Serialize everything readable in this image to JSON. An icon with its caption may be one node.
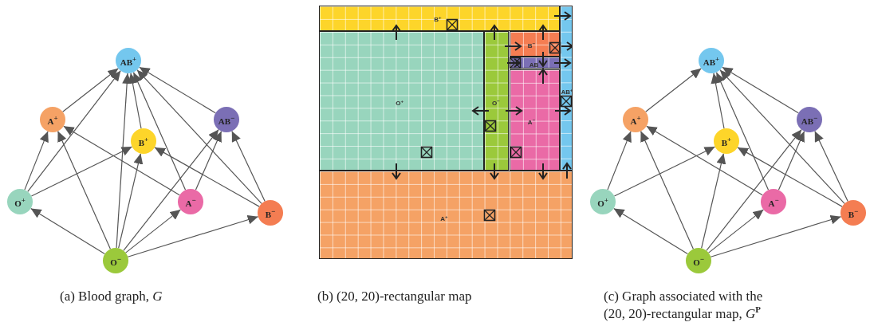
{
  "diagram": {
    "nodes": [
      {
        "text": [
          "AB$^{+}$"
        ]
      },
      {
        "text": [
          "A$^{+}$"
        ]
      },
      {
        "text": [
          "AB$^{−}$"
        ]
      },
      {
        "text": [
          "B$^{+}$"
        ]
      },
      {
        "text": [
          "O$^{+}$"
        ]
      },
      {
        "text": [
          "A$^{−}$"
        ]
      },
      {
        "text": [
          "B$^{−}$"
        ]
      },
      {
        "text": [
          "O$^{−}$"
        ]
      },
      {
        "text": [
          "B$^{+}$"
        ]
      },
      {
        "text": [
          "O$^{+}$"
        ]
      },
      {
        "text": [
          "O$^{−}$"
        ]
      },
      {
        "text": [
          "B$^{−}$"
        ]
      },
      {
        "text": [
          "AB$^{−}$"
        ]
      },
      {
        "text": [
          "AB$^{+}$"
        ]
      },
      {
        "text": [
          "A$^{−}$"
        ]
      },
      {
        "text": [
          "A$^{+}$"
        ]
      },
      {
        "text": [
          "AB$^{+}$"
        ]
      },
      {
        "text": [
          "A$^{+}$"
        ]
      },
      {
        "text": [
          "AB$^{−}$"
        ]
      },
      {
        "text": [
          "B$^{+}$"
        ]
      },
      {
        "text": [
          "O$^{+}$"
        ]
      },
      {
        "text": [
          "A$^{−}$"
        ]
      },
      {
        "text": [
          "B$^{−}$"
        ]
      },
      {
        "text": [
          "O$^{−}$"
        ]
      }
    ],
    "edges": [
      {
        "from": 7,
        "to": 4,
        "arrow": "to"
      },
      {
        "from": 7,
        "to": 1,
        "arrow": "to"
      },
      {
        "from": 7,
        "to": 3,
        "arrow": "to"
      },
      {
        "from": 7,
        "to": 0,
        "arrow": "to"
      },
      {
        "from": 7,
        "to": 2,
        "arrow": "to"
      },
      {
        "from": 7,
        "to": 5,
        "arrow": "to"
      },
      {
        "from": 7,
        "to": 6,
        "arrow": "to"
      },
      {
        "from": 4,
        "to": 1,
        "arrow": "to"
      },
      {
        "from": 4,
        "to": 3,
        "arrow": "to"
      },
      {
        "from": 4,
        "to": 0,
        "arrow": "to"
      },
      {
        "from": 5,
        "to": 1,
        "arrow": "to"
      },
      {
        "from": 5,
        "to": 2,
        "arrow": "to"
      },
      {
        "from": 5,
        "to": 0,
        "arrow": "to"
      },
      {
        "from": 6,
        "to": 3,
        "arrow": "to"
      },
      {
        "from": 6,
        "to": 2,
        "arrow": "to"
      },
      {
        "from": 6,
        "to": 0,
        "arrow": "to"
      },
      {
        "from": 1,
        "to": 0,
        "arrow": "to"
      },
      {
        "from": 3,
        "to": 0,
        "arrow": "to"
      },
      {
        "from": 2,
        "to": 0,
        "arrow": "to"
      },
      {
        "from": 9,
        "to": 8,
        "arrow": "to"
      },
      {
        "from": 10,
        "to": 8,
        "arrow": "to"
      },
      {
        "from": 11,
        "to": 8,
        "arrow": "to"
      },
      {
        "from": 8,
        "to": 13,
        "arrow": "to"
      },
      {
        "from": 10,
        "to": 11,
        "arrow": "to"
      },
      {
        "from": 11,
        "to": 13,
        "arrow": "to"
      },
      {
        "from": 10,
        "to": 12,
        "arrow": "to"
      },
      {
        "from": 12,
        "to": 13,
        "arrow": "to"
      },
      {
        "from": 11,
        "to": 12,
        "arrow": "to"
      },
      {
        "from": 14,
        "to": 12,
        "arrow": "to"
      },
      {
        "from": 10,
        "to": 9,
        "arrow": "to"
      },
      {
        "from": 10,
        "to": 14,
        "arrow": "to"
      },
      {
        "from": 14,
        "to": 13,
        "arrow": "to"
      },
      {
        "from": 9,
        "to": 15,
        "arrow": "to"
      },
      {
        "from": 10,
        "to": 15,
        "arrow": "to"
      },
      {
        "from": 14,
        "to": 15,
        "arrow": "to"
      },
      {
        "from": 15,
        "to": 13,
        "arrow": "to"
      },
      {
        "from": 23,
        "to": 20,
        "arrow": "to"
      },
      {
        "from": 23,
        "to": 17,
        "arrow": "to"
      },
      {
        "from": 23,
        "to": 19,
        "arrow": "to"
      },
      {
        "from": 23,
        "to": 18,
        "arrow": "to"
      },
      {
        "from": 23,
        "to": 21,
        "arrow": "to"
      },
      {
        "from": 23,
        "to": 22,
        "arrow": "to"
      },
      {
        "from": 20,
        "to": 17,
        "arrow": "to"
      },
      {
        "from": 20,
        "to": 19,
        "arrow": "to"
      },
      {
        "from": 21,
        "to": 17,
        "arrow": "to"
      },
      {
        "from": 21,
        "to": 18,
        "arrow": "to"
      },
      {
        "from": 21,
        "to": 16,
        "arrow": "to"
      },
      {
        "from": 22,
        "to": 19,
        "arrow": "to"
      },
      {
        "from": 22,
        "to": 18,
        "arrow": "to"
      },
      {
        "from": 22,
        "to": 16,
        "arrow": "to"
      },
      {
        "from": 17,
        "to": 16,
        "arrow": "to"
      },
      {
        "from": 19,
        "to": 16,
        "arrow": "to"
      },
      {
        "from": 18,
        "to": 16,
        "arrow": "to"
      }
    ],
    "labels": [
      "(a) Blood graph, *G*",
      "(b) (20, 20)-rectangular map",
      "(c) Graph associated with the (20, 20)-rectangular map, *G*$^{P}$"
    ]
  }
}
